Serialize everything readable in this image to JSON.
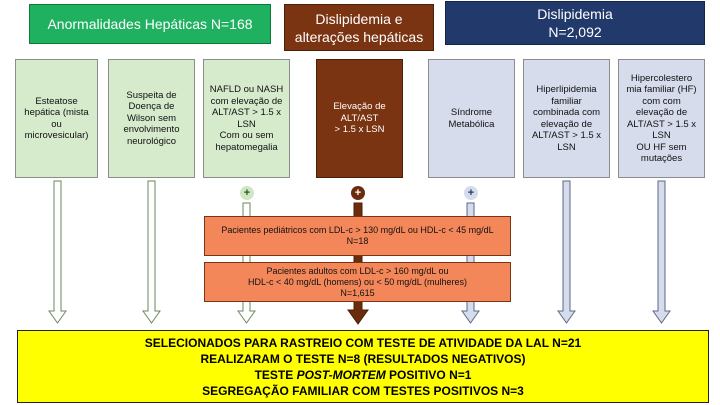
{
  "headers": {
    "green": "Anormalidades Hepáticas N=168",
    "brown_line1": "Dislipidemia e",
    "brown_line2": "alterações hepáticas",
    "navy_line1": "Dislipidemia",
    "navy_line2": "N=2,092"
  },
  "categories": [
    {
      "lines": [
        "Esteatose",
        "hepática (mista",
        "ou",
        "microvesicular)"
      ],
      "group": "green"
    },
    {
      "lines": [
        "Suspeita de",
        "Doença de",
        "Wilson sem",
        "envolvimento",
        "neurológico"
      ],
      "group": "green"
    },
    {
      "lines": [
        "NAFLD ou NASH",
        "com elevação de",
        "ALT/AST > 1.5 x",
        "LSN",
        "Com ou sem",
        "hepatomegalia"
      ],
      "group": "green"
    },
    {
      "lines": [
        "Elevação de",
        "ALT/AST",
        "> 1.5 x LSN"
      ],
      "group": "brown"
    },
    {
      "lines": [
        "Síndrome",
        "Metabólica"
      ],
      "group": "blue"
    },
    {
      "lines": [
        "Hiperlipidemia",
        "familiar",
        "combinada com",
        "elevação de",
        "ALT/AST > 1.5 x",
        "LSN"
      ],
      "group": "blue"
    },
    {
      "lines": [
        "Hipercolestero",
        "mia familiar (HF)",
        "com com",
        "elevação de",
        "ALT/AST > 1.5 x",
        "LSN",
        "OU HF sem",
        "mutações"
      ],
      "group": "blue"
    }
  ],
  "plus_symbol": "+",
  "pediatric": {
    "line1": "Pacientes pediátricos com LDL-c > 130 mg/dL ou HDL-c < 45 mg/dL",
    "line2": "N=18"
  },
  "adult": {
    "line1": "Pacientes adultos com LDL-c > 160 mg/dL ou",
    "line2": "HDL-c < 40 mg/dL (homens) ou < 50 mg/dL (mulheres)",
    "line3": "N=1,615"
  },
  "result": {
    "line1": "SELECIONADOS PARA RASTREIO COM TESTE DE ATIVIDADE DA LAL   N=21",
    "line2": "REALIZARAM O TESTE N=8 (RESULTADOS NEGATIVOS)",
    "line3_pre": "TESTE ",
    "line3_italic": "POST-MORTEM",
    "line3_post": " POSITIVO   N=1",
    "line4": "SEGREGAÇÃO FAMILIAR COM TESTES POSITIVOS   N=3"
  },
  "colors": {
    "green": "#1fb060",
    "brown": "#7a3412",
    "navy": "#223a6b",
    "orange": "#f4875a",
    "yellow": "#ffff00"
  }
}
